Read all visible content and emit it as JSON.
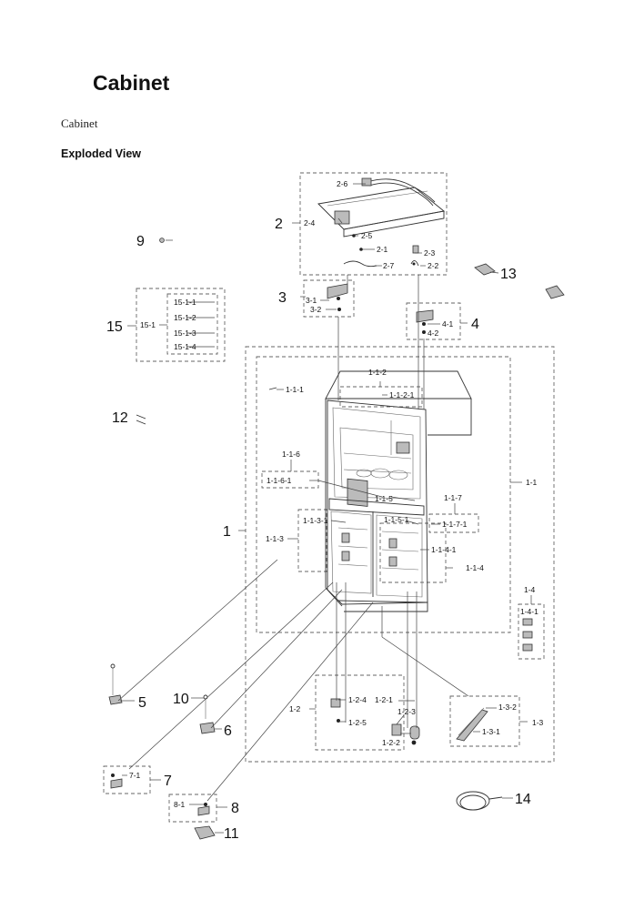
{
  "header": {
    "title": "Cabinet",
    "subtitle": "Cabinet",
    "section": "Exploded View"
  },
  "labels": {
    "n1": "1",
    "n2": "2",
    "n3": "3",
    "n4": "4",
    "n5": "5",
    "n6": "6",
    "n7": "7",
    "n8": "8",
    "n9": "9",
    "n10": "10",
    "n11": "11",
    "n12": "12",
    "n13": "13",
    "n14": "14",
    "n15": "15",
    "p1_1": "1-1",
    "p1_1_1": "1-1-1",
    "p1_1_2": "1-1-2",
    "p1_1_2_1": "1-1-2-1",
    "p1_1_3": "1-1-3",
    "p1_1_3_1": "1-1-3-1",
    "p1_1_4": "1-1-4",
    "p1_1_4_1": "1-1-4-1",
    "p1_1_5": "1-1-5",
    "p1_1_5_1": "1-1-5-1",
    "p1_1_6": "1-1-6",
    "p1_1_6_1": "1-1-6-1",
    "p1_1_7": "1-1-7",
    "p1_1_7_1": "1-1-7-1",
    "p1_2": "1-2",
    "p1_2_1": "1-2-1",
    "p1_2_2": "1-2-2",
    "p1_2_3": "1-2-3",
    "p1_2_4": "1-2-4",
    "p1_2_5": "1-2-5",
    "p1_3": "1-3",
    "p1_3_1": "1-3-1",
    "p1_3_2": "1-3-2",
    "p1_4": "1-4",
    "p1_4_1": "1-4-1",
    "p2_1": "2-1",
    "p2_2": "2-2",
    "p2_3": "2-3",
    "p2_4": "2-4",
    "p2_5": "2-5",
    "p2_6": "2-6",
    "p2_7": "2-7",
    "p3_1": "3-1",
    "p3_2": "3-2",
    "p4_1": "4-1",
    "p4_2": "4-2",
    "p7_1": "7-1",
    "p8_1": "8-1",
    "p15_1": "15-1",
    "p15_1_1": "15-1-1",
    "p15_1_2": "15-1-2",
    "p15_1_3": "15-1-3",
    "p15_1_4": "15-1-4"
  }
}
